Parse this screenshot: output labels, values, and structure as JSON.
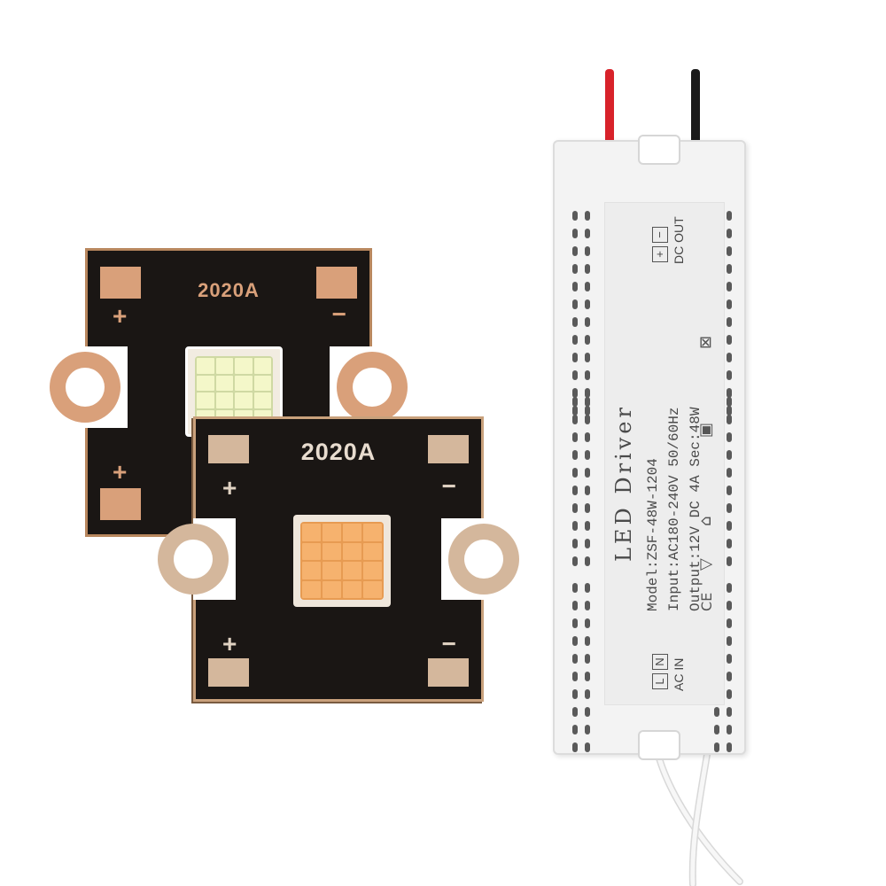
{
  "led_boards": {
    "back": {
      "label": "2020A",
      "plus": "+",
      "minus": "−",
      "chip": "cool-white-chip"
    },
    "front": {
      "label": "2020A",
      "plus": "+",
      "minus": "−",
      "chip": "warm-white-chip"
    }
  },
  "driver": {
    "title": "LED Driver",
    "model": "Model:ZSF-48W-1204",
    "input": "Input:AC180-240V 50/60Hz",
    "output": "Output:12V DC 4A Sec:48W",
    "dc_out": "DC OUT",
    "ac_in": "AC IN",
    "term_plus": "+",
    "term_minus": "−",
    "term_L": "L",
    "term_N": "N",
    "ce_mark": "CE"
  },
  "colors": {
    "pcb": "#1a1614",
    "copper": "#d9a07a",
    "wire_red": "#d8222a",
    "wire_black": "#1a1a1a",
    "wire_white": "#f0f0f0"
  }
}
